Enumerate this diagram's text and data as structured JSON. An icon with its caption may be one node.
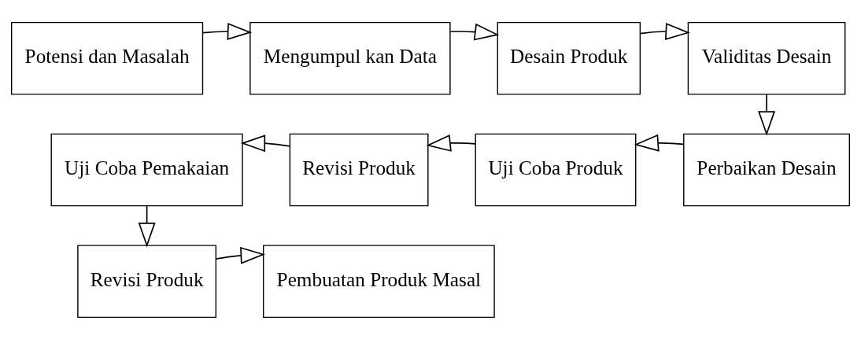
{
  "diagram": {
    "nodes": [
      {
        "text": [
          "Potensi dan Masalah"
        ]
      },
      {
        "text": [
          "Mengumpul kan Data"
        ]
      },
      {
        "text": [
          "Desain Produk"
        ]
      },
      {
        "text": [
          "Validitas Desain"
        ]
      },
      {
        "text": [
          "Uji Coba Pemakaian"
        ]
      },
      {
        "text": [
          "Revisi Produk"
        ]
      },
      {
        "text": [
          "Uji Coba Produk"
        ]
      },
      {
        "text": [
          "Perbaikan Desain"
        ]
      },
      {
        "text": [
          "Revisi Produk"
        ]
      },
      {
        "text": [
          "Pembuatan Produk Masal"
        ]
      }
    ],
    "edges": [
      {
        "from": 0,
        "to": 1,
        "arrow": "to"
      },
      {
        "from": 1,
        "to": 2,
        "arrow": "to"
      },
      {
        "from": 2,
        "to": 3,
        "arrow": "to"
      },
      {
        "from": 3,
        "to": 7,
        "arrow": "to"
      },
      {
        "from": 7,
        "to": 6,
        "arrow": "to"
      },
      {
        "from": 6,
        "to": 5,
        "arrow": "to"
      },
      {
        "from": 5,
        "to": 4,
        "arrow": "to"
      },
      {
        "from": 4,
        "to": 8,
        "arrow": "to"
      },
      {
        "from": 8,
        "to": 9,
        "arrow": "to"
      }
    ]
  }
}
